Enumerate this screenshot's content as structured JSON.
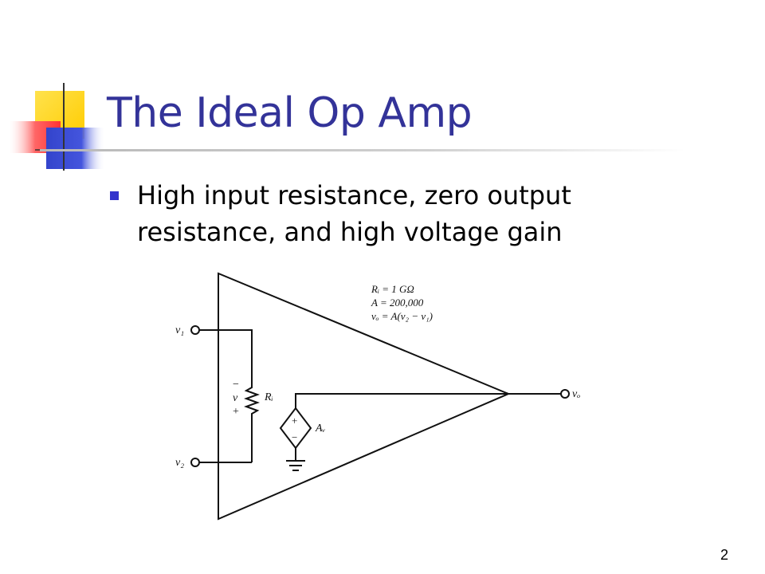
{
  "slide": {
    "title": "The Ideal Op Amp",
    "bullets": [
      "High input resistance, zero output resistance, and high voltage gain"
    ],
    "page_number": "2"
  },
  "diagram": {
    "params": {
      "line1": "Rᵢ = 1 GΩ",
      "line2": "A = 200,000",
      "line3": "vₒ = A(v₂ − v₁)"
    },
    "labels": {
      "input_1": "v₁",
      "input_2": "v₂",
      "output": "vₒ",
      "resistor": "Rᵢ",
      "source": "Aᵥ",
      "v_label": "v",
      "minus_sign": "−",
      "plus_sign": "+",
      "source_plus": "+",
      "source_minus": "−"
    }
  },
  "colors": {
    "title": "#333399",
    "bullet": "#3333cc"
  }
}
